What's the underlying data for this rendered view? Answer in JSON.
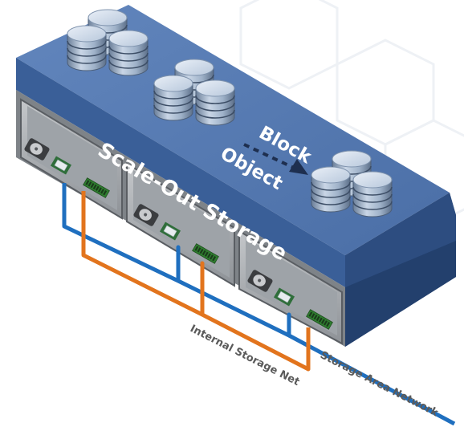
{
  "labels": {
    "scale_out": "Scale-Out Storage",
    "block": "Block",
    "object": "Object",
    "internal_net": "Internal Storage Net",
    "san": "Storage Area Network"
  },
  "colors": {
    "top_face": "#5479b0",
    "front_face": "#2f5186",
    "top_highlight": "#6f92c4",
    "drawer_bay": "#a9adb2",
    "drawer_rail": "#d6d8da",
    "drawer_inner": "#86b24a",
    "blue_line": "#1f6fbf",
    "orange_line": "#e2741d",
    "label_text": "#ffffff",
    "net_text": "#5a5a5a",
    "arrow": "#1e2f4f"
  },
  "icons": [
    "disk-stack-icon",
    "hard-drive-icon",
    "cpu-chip-icon",
    "memory-module-icon",
    "dashed-arrow-icon"
  ]
}
